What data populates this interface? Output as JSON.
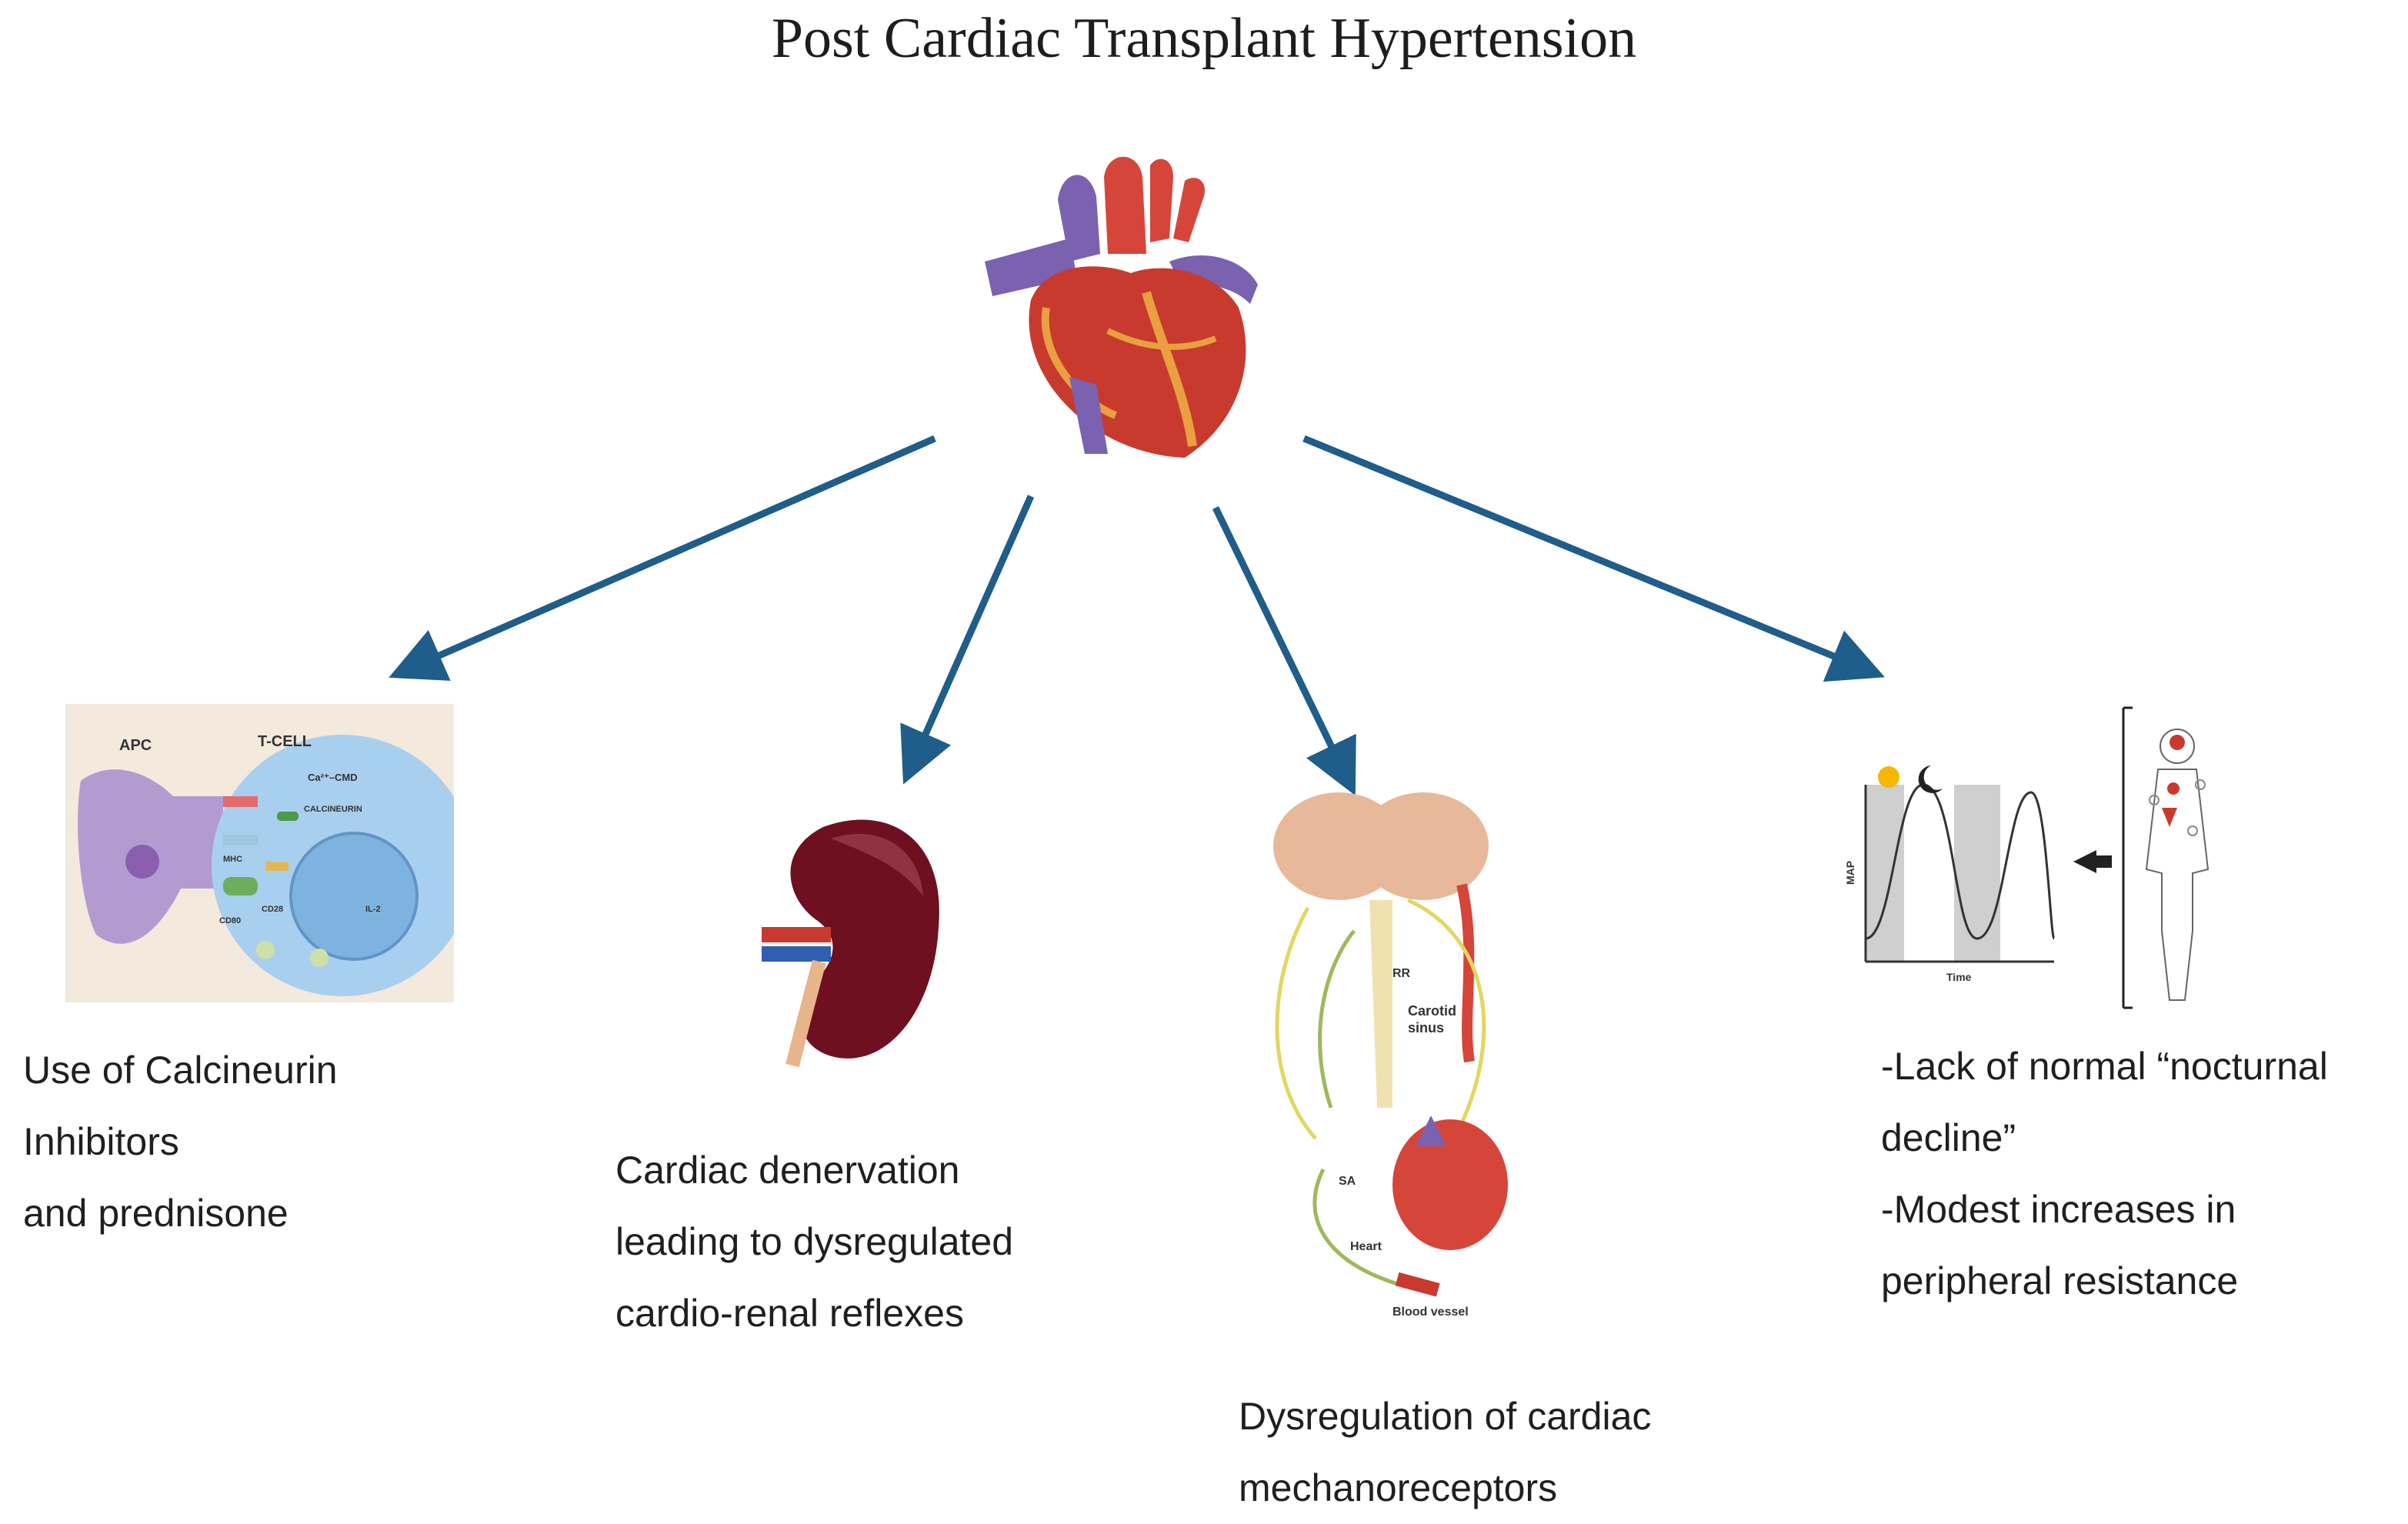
{
  "title": "Post Cardiac Transplant Hypertension",
  "colors": {
    "arrow": "#1f5d8a",
    "heart": "#c93a2e",
    "vessel_purple": "#7a62b0",
    "kidney": "#6e1020"
  },
  "branches": [
    {
      "illustration": "immune-synapse-diagram",
      "labels": {
        "apc": "APC",
        "tcell": "T-CELL",
        "calcineurin": "CALCINEURIN",
        "ca": "Ca²⁺–CMD",
        "mhc": "MHC",
        "cd28": "CD28",
        "cd80": "CD80",
        "il2": "IL-2"
      },
      "caption_lines": [
        "Use  of  Calcineurin",
        "Inhibitors",
        "and prednisone"
      ]
    },
    {
      "illustration": "kidney",
      "caption_lines": [
        "Cardiac denervation",
        "leading to dysregulated",
        "cardio-renal reflexes"
      ]
    },
    {
      "illustration": "baroreflex-diagram",
      "labels": {
        "carotid": "Carotid",
        "sinus": "sinus",
        "heart": "Heart",
        "vessel": "Blood vessel",
        "sa": "SA",
        "rr": "RR"
      },
      "caption_lines": [
        "Dysregulation  of  cardiac",
        "mechanoreceptors"
      ]
    },
    {
      "illustration": "circadian-map-chart",
      "labels": {
        "y_axis": "MAP",
        "x_axis": "Time"
      },
      "caption_lines": [
        "-Lack of normal “nocturnal",
        "decline”",
        "-Modest increases in",
        "peripheral resistance"
      ]
    }
  ]
}
